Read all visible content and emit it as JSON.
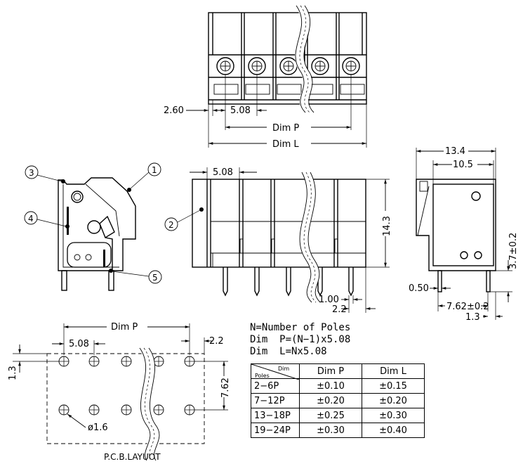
{
  "top_view": {
    "dim_260": "2.60",
    "dim_508": "5.08",
    "dim_p": "Dim  P",
    "dim_l": "Dim  L"
  },
  "side_view": {
    "callouts": [
      "1",
      "2",
      "3",
      "4",
      "5"
    ]
  },
  "front_view": {
    "dim_508": "5.08",
    "dim_143": "14.3",
    "dim_100": "1.00",
    "dim_22": "2.2"
  },
  "end_view": {
    "dim_134": "13.4",
    "dim_105": "10.5",
    "dim_37": "3.7±0.2",
    "dim_050": "0.50",
    "dim_762": "7.62±0.2",
    "dim_13": "1.3"
  },
  "pcb_layout": {
    "dim_p": "Dim  P",
    "dim_508": "5.08",
    "dim_22": "2.2",
    "dim_13": "1.3",
    "dim_762": "7.62",
    "hole": "ø1.6",
    "caption": "P.C.B.LAYUOT"
  },
  "notes": {
    "line1": "N=Number of Poles",
    "line2": "Dim  P=(N−1)x5.08",
    "line3": "Dim  L=Nx5.08"
  },
  "table": {
    "corner_top": "Dim",
    "corner_bottom": "Poles",
    "head_p": "Dim  P",
    "head_l": "Dim  L",
    "rows": [
      {
        "poles": "2−6P",
        "p": "±0.10",
        "l": "±0.15"
      },
      {
        "poles": "7−12P",
        "p": "±0.20",
        "l": "±0.20"
      },
      {
        "poles": "13−18P",
        "p": "±0.25",
        "l": "±0.30"
      },
      {
        "poles": "19−24P",
        "p": "±0.30",
        "l": "±0.40"
      }
    ]
  }
}
